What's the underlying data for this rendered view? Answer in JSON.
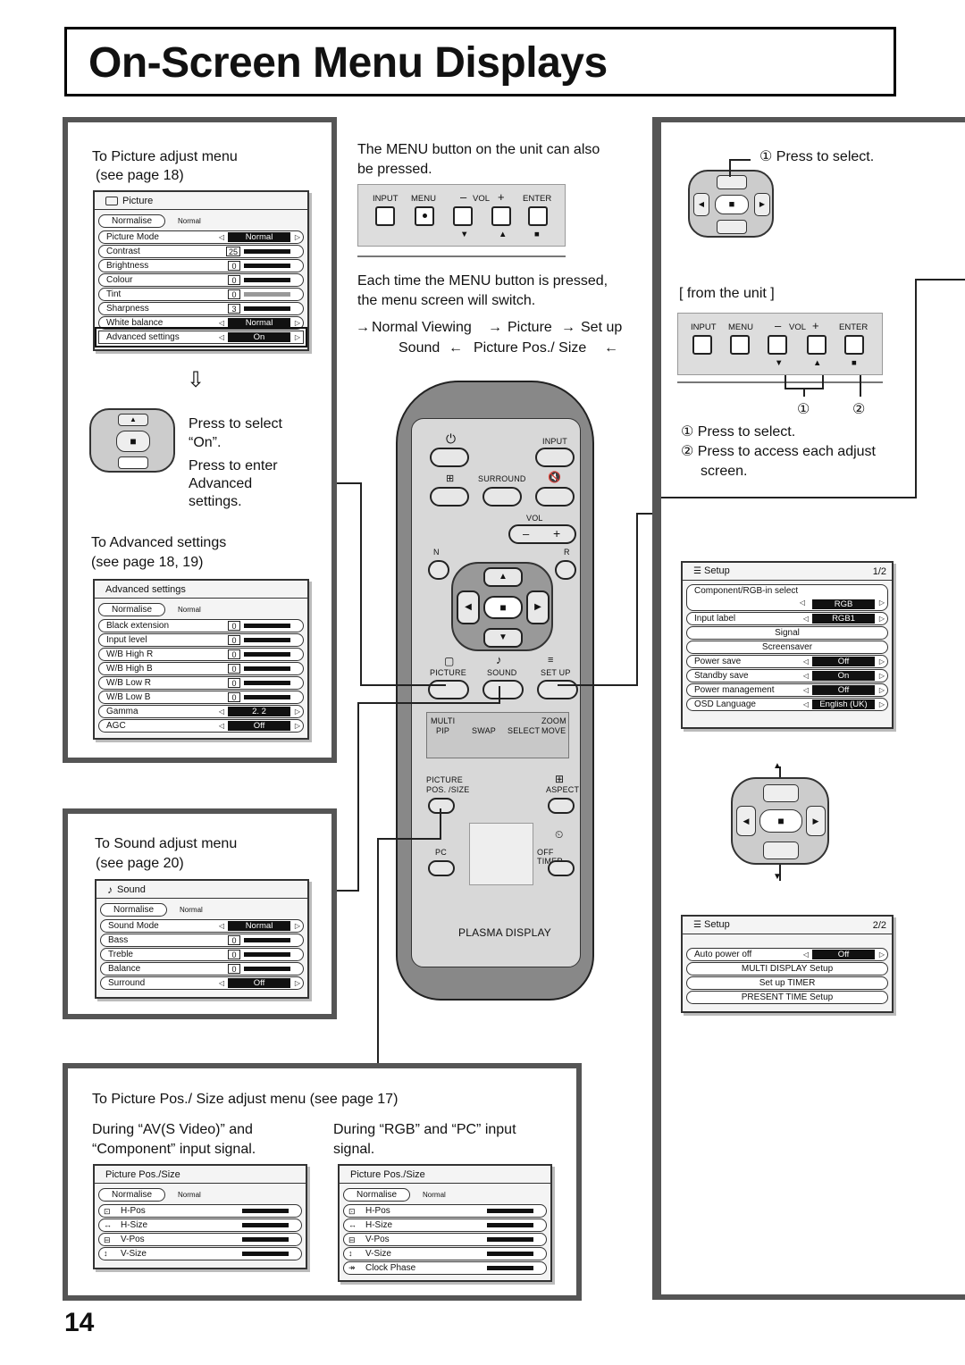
{
  "page": {
    "title": "On-Screen Menu Displays",
    "page_number": "14"
  },
  "picture_panel": {
    "intro_1": "To Picture adjust menu",
    "intro_2": "(see page 18)",
    "menu": {
      "title": "Picture",
      "normalise": "Normalise",
      "normal_mode": "Normal",
      "rows": [
        {
          "label": "Picture Mode",
          "value": "Normal"
        },
        {
          "label": "Contrast",
          "value": "25"
        },
        {
          "label": "Brightness",
          "value": "0"
        },
        {
          "label": "Colour",
          "value": "0"
        },
        {
          "label": "Tint",
          "value": "0"
        },
        {
          "label": "Sharpness",
          "value": "3"
        },
        {
          "label": "White balance",
          "value": "Normal"
        },
        {
          "label": "Advanced  settings",
          "value": "On"
        }
      ]
    },
    "nav_text": [
      "Press to select",
      "“On”.",
      "Press to enter",
      "Advanced",
      "settings."
    ],
    "adv_intro_1": "To Advanced settings",
    "adv_intro_2": "(see page 18, 19)",
    "adv_menu": {
      "title": "Advanced  settings",
      "normalise": "Normalise",
      "normal_mode": "Normal",
      "rows": [
        {
          "label": "Black  extension",
          "value": "0"
        },
        {
          "label": "Input  level",
          "value": "0"
        },
        {
          "label": "W/B  High  R",
          "value": "0"
        },
        {
          "label": "W/B  High  B",
          "value": "0"
        },
        {
          "label": "W/B  Low  R",
          "value": "0"
        },
        {
          "label": "W/B  Low  B",
          "value": "0"
        },
        {
          "label": "Gamma",
          "value": "2. 2"
        },
        {
          "label": "AGC",
          "value": "Off"
        }
      ]
    }
  },
  "sound_panel": {
    "intro_1": "To Sound adjust menu",
    "intro_2": "(see page 20)",
    "menu": {
      "title": "Sound",
      "normalise": "Normalise",
      "normal_mode": "Normal",
      "rows": [
        {
          "label": "Sound Mode",
          "value": "Normal"
        },
        {
          "label": "Bass",
          "value": "0"
        },
        {
          "label": "Treble",
          "value": "0"
        },
        {
          "label": "Balance",
          "value": "0"
        },
        {
          "label": "Surround",
          "value": "Off"
        }
      ]
    }
  },
  "center": {
    "menu_note_1": "The MENU button on the unit can also",
    "menu_note_2": "be pressed.",
    "unit_keys": {
      "input": "INPUT",
      "menu": "MENU",
      "vol": "VOL",
      "enter": "ENTER",
      "minus": "–",
      "plus": "+"
    },
    "switch_note_1": "Each time the MENU button is pressed,",
    "switch_note_2": "the menu screen will switch.",
    "cycle": {
      "normal": "Normal Viewing",
      "picture": "Picture",
      "setup": "Set up",
      "sound": "Sound",
      "pos": "Picture Pos./ Size"
    }
  },
  "remote": {
    "input": "INPUT",
    "surround": "SURROUND",
    "vol": "VOL",
    "n": "N",
    "r": "R",
    "picture": "PICTURE",
    "sound": "SOUND",
    "setup": "SET UP",
    "multi": "MULTI",
    "pip": "PIP",
    "swap": "SWAP",
    "select": "SELECT",
    "zoom": "ZOOM",
    "move": "MOVE",
    "picture_pos": "PICTURE",
    "pos_size": "POS. /SIZE",
    "aspect": "ASPECT",
    "pc": "PC",
    "off_timer": "OFF TIMER",
    "brand": "PLASMA DISPLAY"
  },
  "right_panel": {
    "press_select": "① Press to select.",
    "from_unit": "[ from the unit ]",
    "unit_keys": {
      "input": "INPUT",
      "menu": "MENU",
      "vol": "VOL",
      "enter": "ENTER",
      "minus": "–",
      "plus": "+"
    },
    "circle_1": "①",
    "circle_2": "②",
    "note_1": "① Press to select.",
    "note_2": "② Press to access each adjust",
    "note_3": "screen."
  },
  "setup1": {
    "title": "Setup",
    "page": "1/2",
    "comp_label": "Component/RGB-in  select",
    "comp_value": "RGB",
    "input_label": "Input label",
    "input_value": "RGB1",
    "signal": "Signal",
    "screensaver": "Screensaver",
    "rows": [
      {
        "label": "Power save",
        "value": "Off"
      },
      {
        "label": "Standby save",
        "value": "On"
      },
      {
        "label": "Power management",
        "value": "Off"
      },
      {
        "label": "OSD  Language",
        "value": "English (UK)"
      }
    ]
  },
  "setup2": {
    "title": "Setup",
    "page": "2/2",
    "auto_label": "Auto power off",
    "auto_value": "Off",
    "items": [
      "MULTI DISPLAY Setup",
      "Set up TIMER",
      "PRESENT  TIME  Setup"
    ]
  },
  "pos_panel": {
    "heading": "To Picture Pos./ Size adjust menu (see page 17)",
    "av_1": "During “AV(S Video)” and",
    "av_2": "“Component” input signal.",
    "rgb_1": "During “RGB” and “PC” input",
    "rgb_2": "signal.",
    "menu_a": {
      "title": "Picture  Pos./Size",
      "normalise": "Normalise",
      "normal_mode": "Normal",
      "rows": [
        "H-Pos",
        "H-Size",
        "V-Pos",
        "V-Size"
      ]
    },
    "menu_b": {
      "title": "Picture  Pos./Size",
      "normalise": "Normalise",
      "normal_mode": "Normal",
      "rows": [
        "H-Pos",
        "H-Size",
        "V-Pos",
        "V-Size",
        "Clock  Phase"
      ]
    }
  }
}
